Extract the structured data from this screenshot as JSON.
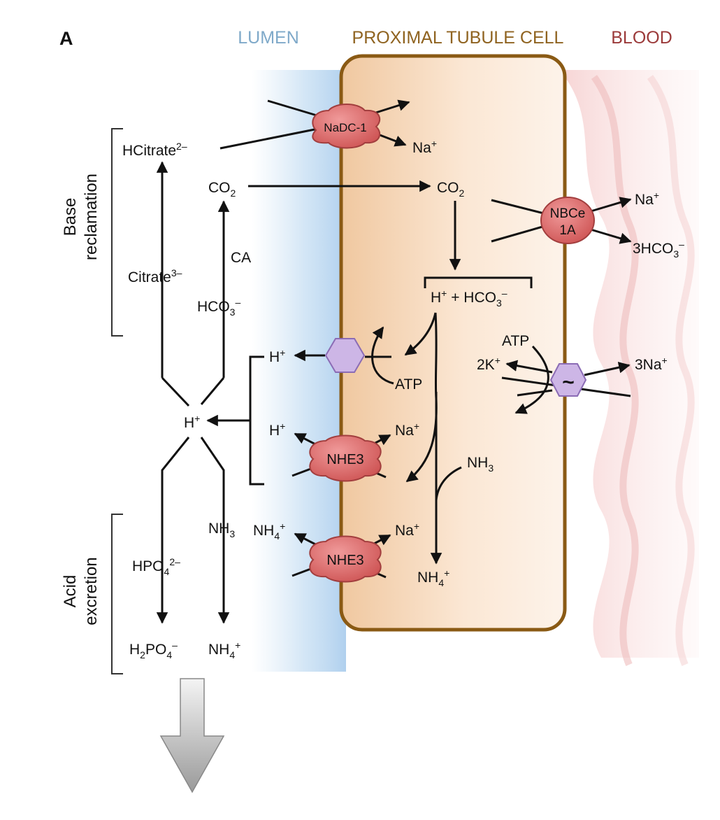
{
  "panel_label": "A",
  "headers": {
    "lumen": "LUMEN",
    "cell": "PROXIMAL TUBULE CELL",
    "blood": "BLOOD"
  },
  "colors": {
    "lumen": "#7fa9c9",
    "cell": "#8f6320",
    "blood": "#9b3a3a",
    "cell_fill": "#f5d3b1",
    "cell_border": "#8a5a14",
    "transporter_red": "#d96a6a",
    "atpase_purple": "#cbb2e3"
  },
  "sections": {
    "base": [
      "Base",
      "reclamation"
    ],
    "acid": [
      "Acid",
      "excretion"
    ]
  },
  "transporters": {
    "nadc": "NaDC-1",
    "nbce_line1": "NBCe",
    "nbce_line2": "1A",
    "nhe_top": "NHE3",
    "nhe_bottom": "NHE3",
    "pump_symbol": "~"
  },
  "labels": {
    "hcitrate": {
      "base": "HCitrate",
      "sup": "2–"
    },
    "citrate": {
      "base": "Citrate",
      "sup": "3–"
    },
    "co2_lumen": {
      "base": "CO",
      "sub": "2"
    },
    "co2_cell": {
      "base": "CO",
      "sub": "2"
    },
    "ca": "CA",
    "hco3_lumen": {
      "base": "HCO",
      "sub": "3",
      "sup": "–"
    },
    "na_nadc": {
      "base": "Na",
      "sup": "+"
    },
    "na_nbce": {
      "base": "Na",
      "sup": "+"
    },
    "hco3_blood": {
      "base": "3HCO",
      "sub": "3",
      "sup": "–"
    },
    "h_hco3": {
      "h": "H",
      "hsup": "+",
      "mid": " + HCO",
      "sub": "3",
      "sup": "–"
    },
    "h_pump": {
      "base": "H",
      "sup": "+"
    },
    "atp_pump": "ATP",
    "atp_naK": "ATP",
    "k2": {
      "base": "2K",
      "sup": "+"
    },
    "na3": {
      "base": "3Na",
      "sup": "+"
    },
    "h_center": {
      "base": "H",
      "sup": "+"
    },
    "h_nhe": {
      "base": "H",
      "sup": "+"
    },
    "na_nhe_top": {
      "base": "Na",
      "sup": "+"
    },
    "nh3_cell": {
      "base": "NH",
      "sub": "3"
    },
    "nh4_lumen_nhe": {
      "base": "NH",
      "sub": "4",
      "sup": "+"
    },
    "na_nhe_bottom": {
      "base": "Na",
      "sup": "+"
    },
    "nh3_lumen": {
      "base": "NH",
      "sub": "3"
    },
    "hpo4": {
      "base": "HPO",
      "sub": "4",
      "sup": "2–"
    },
    "nh4_cell": {
      "base": "NH",
      "sub": "4",
      "sup": "+"
    },
    "h2po4": {
      "pre": "H",
      "sub1": "2",
      "mid": "PO",
      "sub2": "4",
      "sup": "–"
    },
    "nh4_excreted": {
      "base": "NH",
      "sub": "4",
      "sup": "+"
    }
  }
}
